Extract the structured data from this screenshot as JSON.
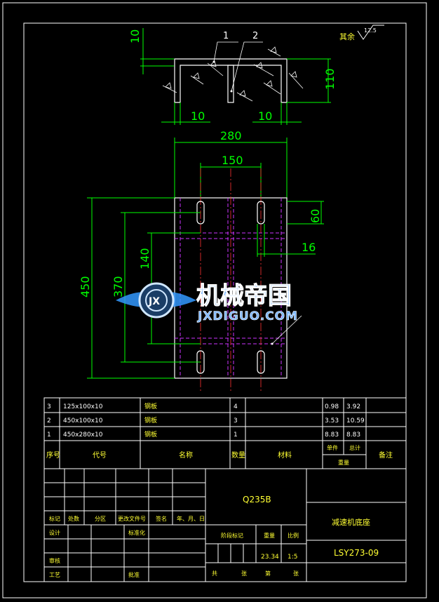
{
  "colors": {
    "background": "#000000",
    "frame": "#ffffff",
    "dimension": "#00ff00",
    "centerline": "#ff3333",
    "hidden": "#cc33ff",
    "yellow_text": "#ffff33",
    "watermark_blue": "#3399ff"
  },
  "drawing": {
    "roughness_label": "其余",
    "roughness_value": "12.5",
    "part_labels": [
      "1",
      "2"
    ],
    "dims": {
      "top_thickness": "10",
      "height_110": "110",
      "left_10": "10",
      "right_10": "10",
      "width_280": "280",
      "width_150": "150",
      "slot_60": "60",
      "slot_16": "16",
      "height_140": "140",
      "height_370": "370",
      "height_450": "450"
    }
  },
  "watermark": {
    "title": "机械帝国",
    "subtitle": "JXDIGUO.COM",
    "logo_text": "JX"
  },
  "bom": {
    "rows": [
      {
        "no": "3",
        "code": "125x100x10",
        "name": "钢板",
        "qty": "4",
        "material": "",
        "unit": "0.98",
        "total": "3.92",
        "note": ""
      },
      {
        "no": "2",
        "code": "450x100x10",
        "name": "钢板",
        "qty": "3",
        "material": "",
        "unit": "3.53",
        "total": "10.59",
        "note": ""
      },
      {
        "no": "1",
        "code": "450x280x10",
        "name": "钢板",
        "qty": "1",
        "material": "",
        "unit": "8.83",
        "total": "8.83",
        "note": ""
      }
    ],
    "header": {
      "no": "序号",
      "code": "代号",
      "name": "名称",
      "qty": "数量",
      "material": "材料",
      "unit": "单件",
      "total": "总计",
      "weight": "重量",
      "note": "备注"
    }
  },
  "title_block": {
    "material": "Q235B",
    "part_name": "减速机底座",
    "drawing_no": "LSY273-09",
    "weight": "23.34",
    "scale": "1:5",
    "labels": {
      "mark": "标记",
      "count": "处数",
      "zone": "分区",
      "change_doc": "更改文件号",
      "sign": "签名",
      "date": "年、月、日",
      "design": "设计",
      "standard": "标准化",
      "stage_mark": "阶段标记",
      "weight": "重量",
      "scale": "比例",
      "check": "审核",
      "process": "工艺",
      "approve": "批准",
      "sheets_total": "共",
      "sheets": "张",
      "sheet_no": "第",
      "sheet": "张"
    }
  }
}
